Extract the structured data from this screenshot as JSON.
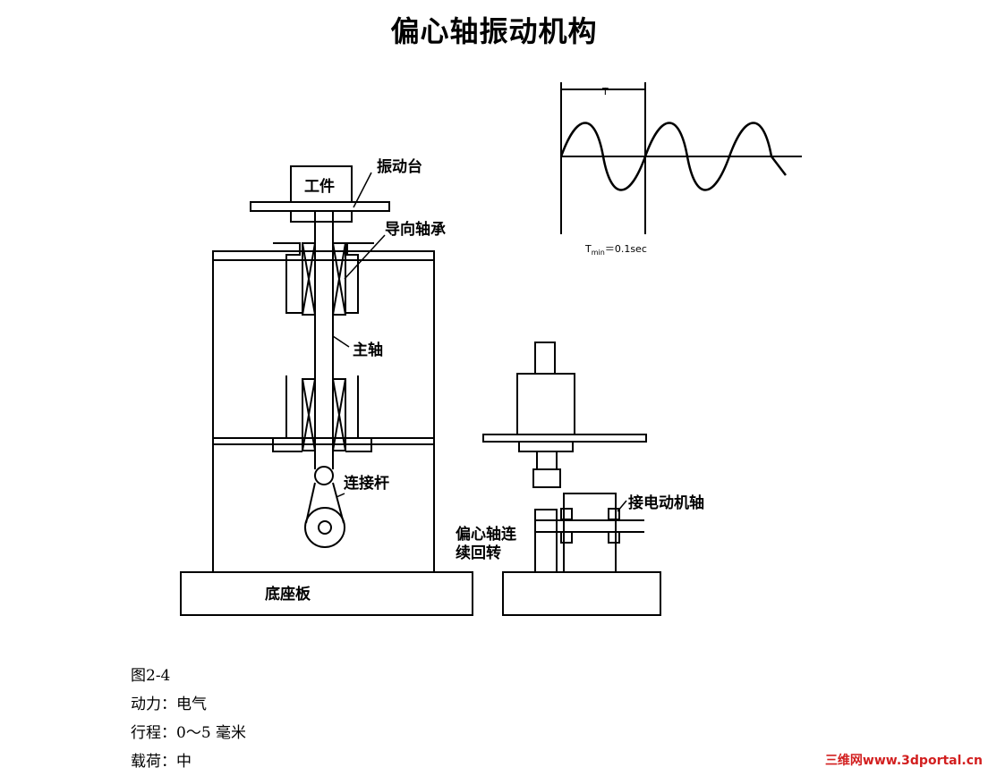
{
  "title": "偏心轴振动机构",
  "labels": {
    "workpiece": "工件",
    "vibration_table": "振动台",
    "guide_bearing": "导向轴承",
    "main_shaft": "主轴",
    "connecting_rod": "连接杆",
    "base_plate": "底座板",
    "motor_shaft": "接电动机轴",
    "eccentric_line1": "偏心轴连",
    "eccentric_line2": "续回转"
  },
  "waveform": {
    "period_label": "T",
    "tmin_label": "T",
    "tmin_sub": "min",
    "tmin_value": "＝0.1sec"
  },
  "caption": {
    "figure": "图2-4",
    "power": "动力：电气",
    "stroke": "行程：0～5 毫米",
    "load": "载荷：中"
  },
  "watermark": "三维网www.3dportal.cn",
  "colors": {
    "line": "#000000",
    "watermark": "#d21f1f"
  }
}
